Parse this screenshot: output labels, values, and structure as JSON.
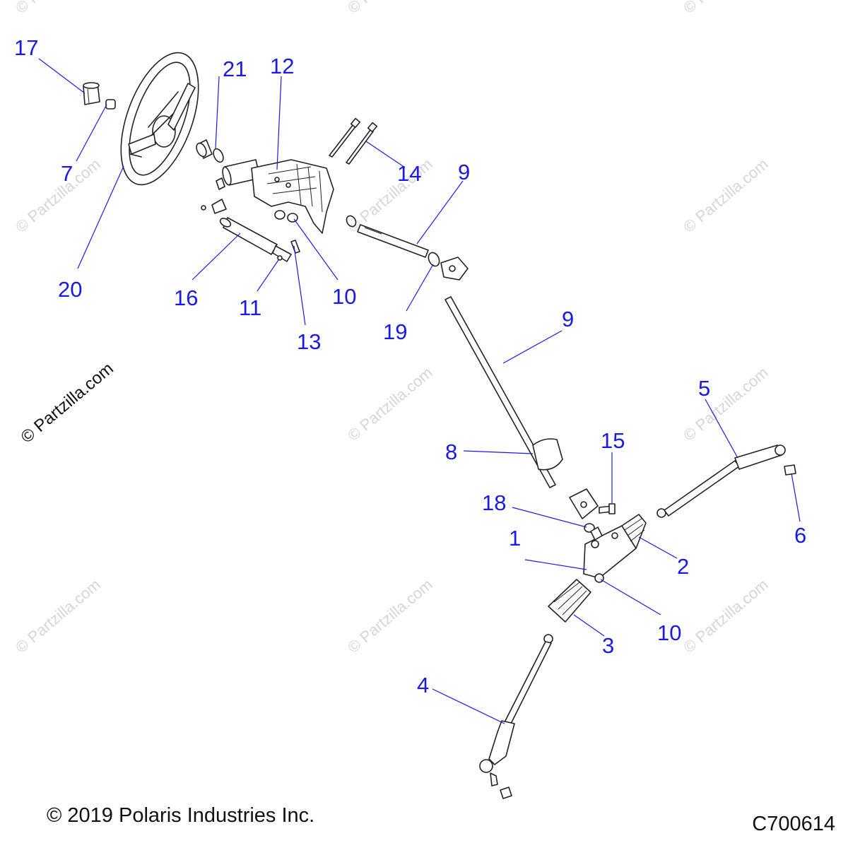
{
  "diagram": {
    "callouts": [
      {
        "id": "c17",
        "label": "17"
      },
      {
        "id": "c21",
        "label": "21"
      },
      {
        "id": "c12",
        "label": "12"
      },
      {
        "id": "c7",
        "label": "7"
      },
      {
        "id": "c14",
        "label": "14"
      },
      {
        "id": "c9a",
        "label": "9"
      },
      {
        "id": "c20",
        "label": "20"
      },
      {
        "id": "c16",
        "label": "16"
      },
      {
        "id": "c11",
        "label": "11"
      },
      {
        "id": "c10a",
        "label": "10"
      },
      {
        "id": "c13",
        "label": "13"
      },
      {
        "id": "c19",
        "label": "19"
      },
      {
        "id": "c9b",
        "label": "9"
      },
      {
        "id": "c5",
        "label": "5"
      },
      {
        "id": "c8",
        "label": "8"
      },
      {
        "id": "c15",
        "label": "15"
      },
      {
        "id": "c18",
        "label": "18"
      },
      {
        "id": "c6",
        "label": "6"
      },
      {
        "id": "c1",
        "label": "1"
      },
      {
        "id": "c2",
        "label": "2"
      },
      {
        "id": "c10b",
        "label": "10"
      },
      {
        "id": "c3",
        "label": "3"
      },
      {
        "id": "c4",
        "label": "4"
      }
    ],
    "watermark_text": "© Partzilla.com",
    "watermark_main": "© Partzilla.com",
    "callout_color": "#1a1ae6"
  },
  "footer": {
    "copyright": "© 2019 Polaris Industries Inc.",
    "drawing_code": "C700614"
  }
}
